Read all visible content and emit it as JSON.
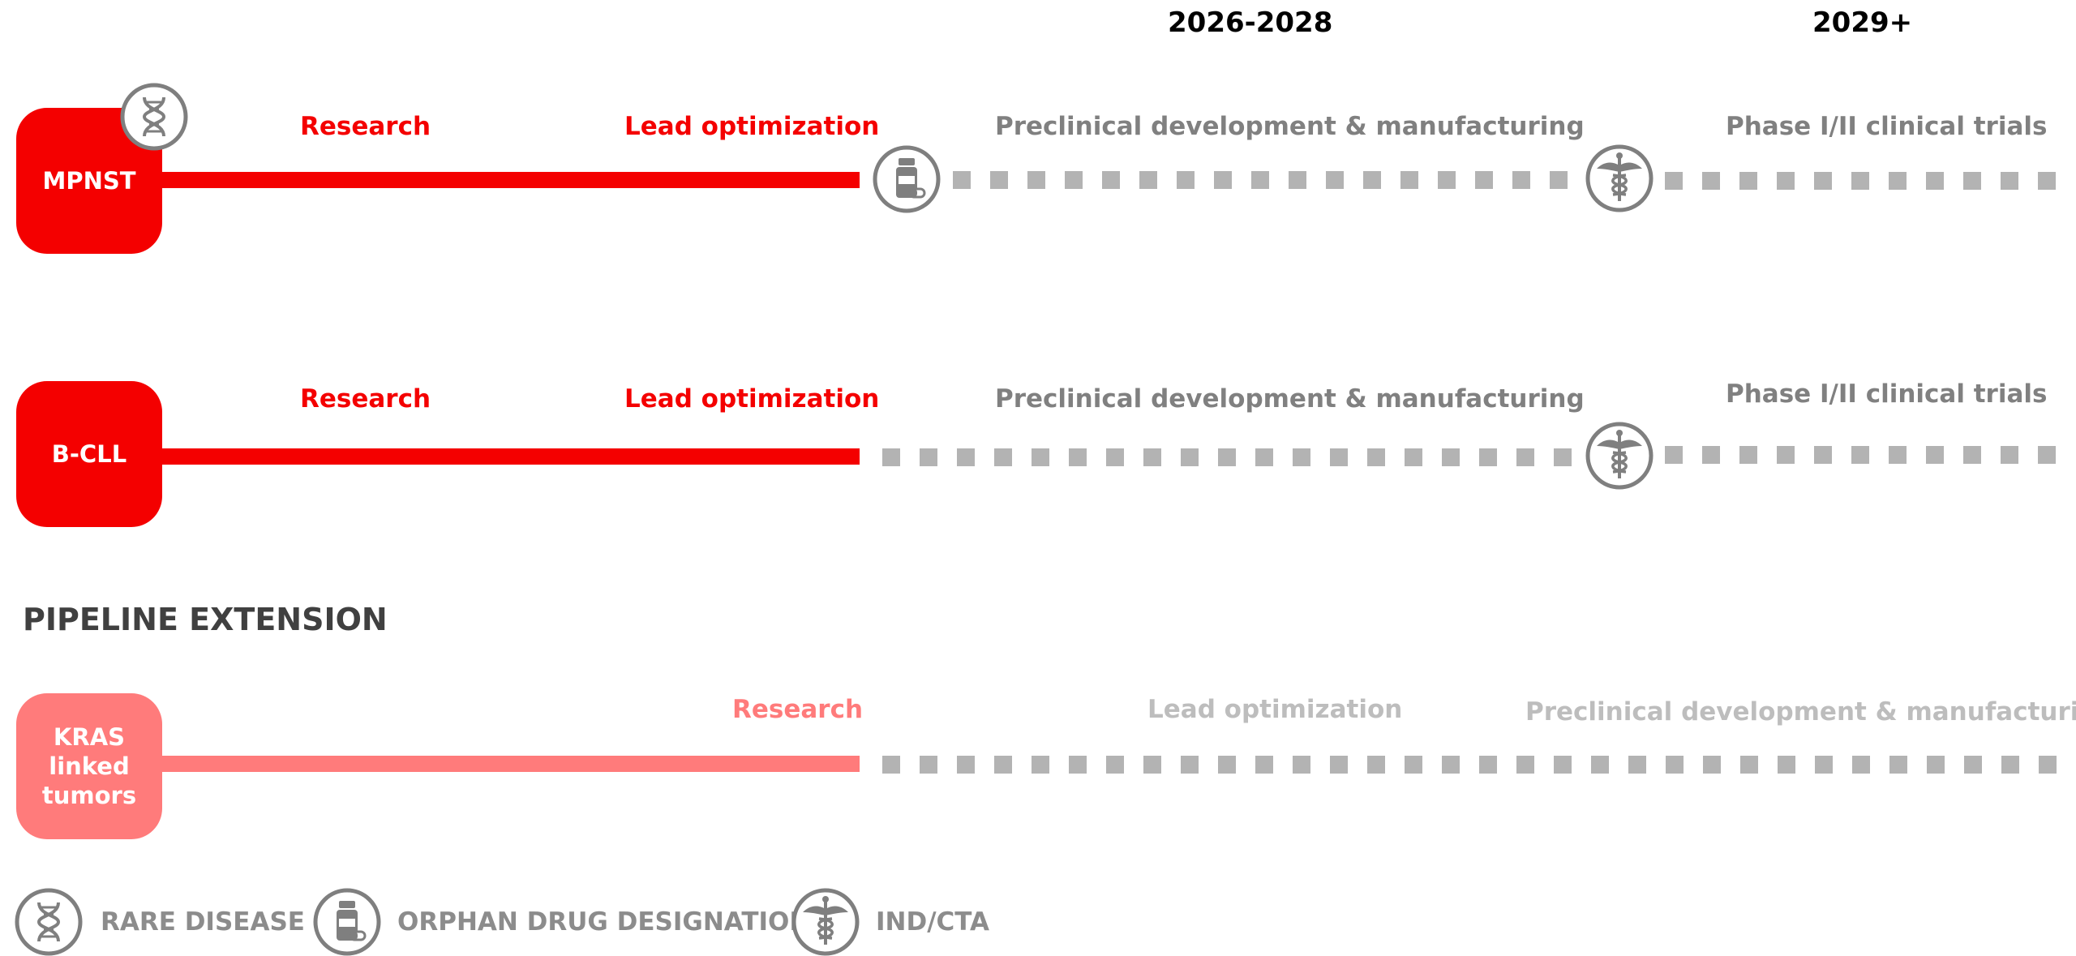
{
  "years": {
    "mid": "2026-2028",
    "late": "2029+"
  },
  "pipeline": [
    {
      "name": "MPNST",
      "stages": {
        "research": "Research",
        "lead": "Lead optimization",
        "preclinical": "Preclinical development & manufacturing",
        "phase": "Phase I/II clinical trials"
      },
      "icons": [
        "dna-icon",
        "pill-bottle-icon",
        "caduceus-icon"
      ]
    },
    {
      "name": "B-CLL",
      "stages": {
        "research": "Research",
        "lead": "Lead optimization",
        "preclinical": "Preclinical development & manufacturing",
        "phase": "Phase I/II clinical trials"
      },
      "icons": [
        "caduceus-icon"
      ]
    }
  ],
  "extension": {
    "title": "PIPELINE EXTENSION",
    "name": "KRAS linked tumors",
    "name_lines": [
      "KRAS",
      "linked",
      "tumors"
    ],
    "stages": {
      "research": "Research",
      "lead": "Lead optimization",
      "preclinical": "Preclinical development & manufacturing"
    }
  },
  "legend": [
    {
      "icon": "dna-icon",
      "label": "RARE DISEASE"
    },
    {
      "icon": "pill-bottle-icon",
      "label": "ORPHAN DRUG DESIGNATION"
    },
    {
      "icon": "caduceus-icon",
      "label": "IND/CTA"
    }
  ],
  "colors": {
    "active": "#f40000",
    "extension": "#ff7b7b",
    "future": "#b3b3b3",
    "icon": "#7f7f7f"
  }
}
